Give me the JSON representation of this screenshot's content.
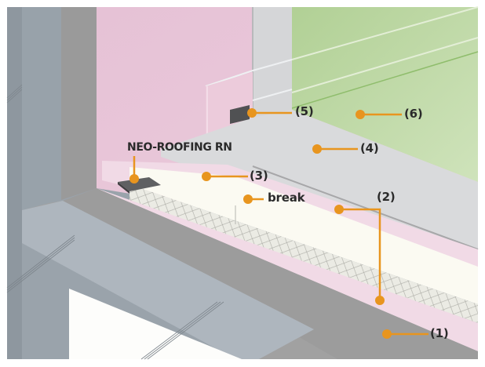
{
  "diagram": {
    "product_label": "NEO-ROOFING RN",
    "callouts": [
      {
        "id": "1",
        "text": "(1)"
      },
      {
        "id": "2",
        "text": "(2)"
      },
      {
        "id": "3",
        "text": "(3)"
      },
      {
        "id": "4",
        "text": "(4)"
      },
      {
        "id": "5",
        "text": "(5)"
      },
      {
        "id": "6",
        "text": "(6)"
      },
      {
        "id": "break",
        "text": "break"
      }
    ]
  },
  "colors": {
    "accent": "#E8951F",
    "label_text": "#2a2a2a",
    "wall_pink": "#e9c6d8",
    "membrane_pink": "#f1dbe6",
    "insulation_cream": "#fbfaf2",
    "cover_gray": "#d9dadc",
    "green_wall": "#bcd8a4",
    "concrete_gray": "#9c9c9c",
    "slab_blue_gray": "#a9b2ba"
  }
}
